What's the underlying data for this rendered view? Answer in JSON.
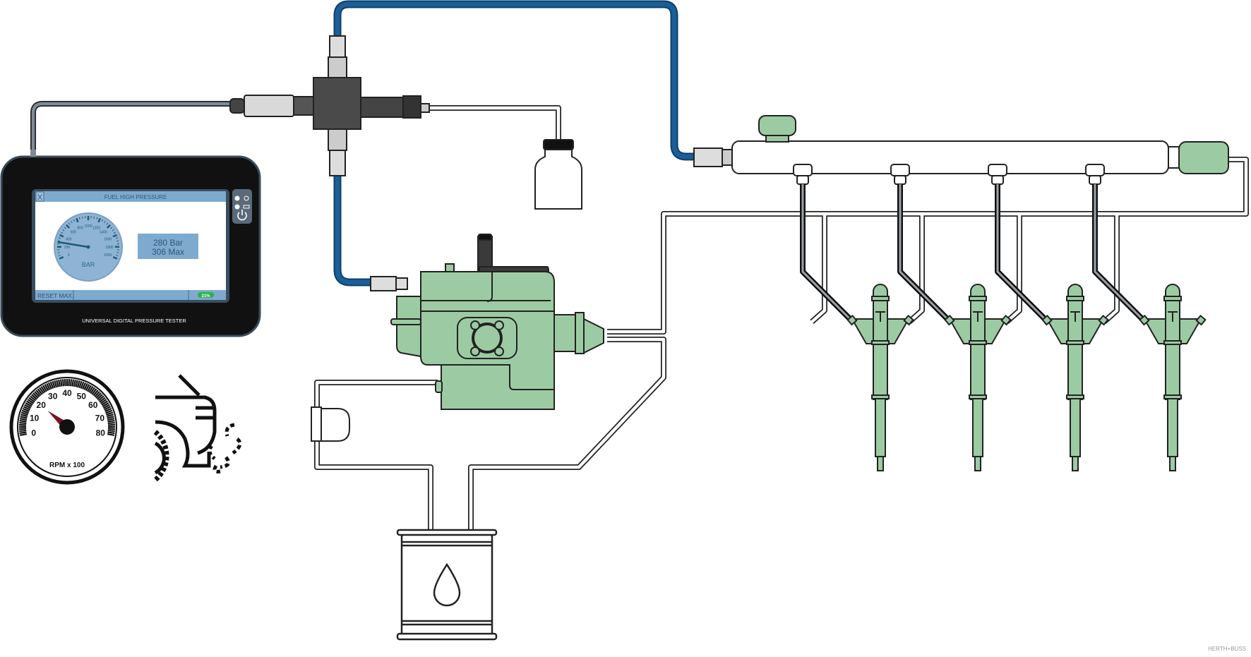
{
  "tester": {
    "close_label": "X",
    "screen_title": "FUEL HIGH PRESSURE",
    "gauge_unit": "BAR",
    "gauge_ticks": [
      "0",
      "200",
      "400",
      "600",
      "800",
      "1000",
      "1200",
      "1400",
      "1600",
      "1800",
      "2000"
    ],
    "gauge_max": 2000,
    "gauge_value": 280,
    "reading": "280 Bar",
    "max_reading": "306 Max",
    "reset_label": "RESET MAX.",
    "battery_label": "21%",
    "device_label": "UNIVERSAL DIGITAL PRESSURE TESTER"
  },
  "tachometer": {
    "ticks": [
      "0",
      "10",
      "20",
      "30",
      "40",
      "50",
      "60",
      "70",
      "80"
    ],
    "max": 80,
    "value": 20,
    "unit_label": "RPM x 100"
  },
  "watermark": "HERTH+BUSS",
  "colors": {
    "component_green": "#9ccba3",
    "pressure_line_blue": "#1b5f99",
    "screen_blue": "#7eaad0",
    "device_body": "#111111",
    "tacho_needle": "#7a1424",
    "battery_green": "#2bb34a"
  }
}
